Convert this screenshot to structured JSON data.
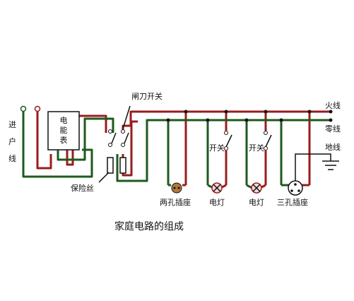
{
  "labels": {
    "incoming": [
      "进",
      "户",
      "线"
    ],
    "meter": [
      "电",
      "能",
      "表"
    ],
    "knife_switch": "闸刀开关",
    "fuse": "保险丝",
    "live_wire": "火线",
    "neutral_wire": "零线",
    "ground_wire": "地线",
    "two_hole_socket": "两孔插座",
    "lamp1": "电灯",
    "lamp2": "电灯",
    "switch1": "开关",
    "switch2": "开关",
    "three_hole_socket": "三孔插座",
    "caption": "家庭电路的组成"
  },
  "colors": {
    "live": "#9a1c1c",
    "neutral": "#1e5a1e",
    "ground": "#111111"
  }
}
